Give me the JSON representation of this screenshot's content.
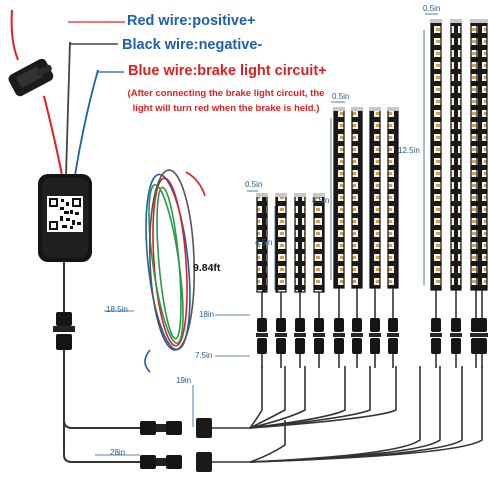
{
  "legend": {
    "red_label": "Red wire:positive+",
    "black_label": "Black wire:negative-",
    "blue_label": "Blue wire:brake light circuit+",
    "note": "(After connecting the brake light circuit, the light will turn red when the brake is held.)"
  },
  "colors": {
    "red": "#e02020",
    "black": "#222222",
    "blue": "#1f5fb0",
    "dimension": "#2a5c8c"
  },
  "cable_length": "9.84ft",
  "dimensions": {
    "width_small": "0.5in",
    "width_medium": "0.5in",
    "width_large": "0.5in",
    "strip_small": "4.5in",
    "strip_medium": "8.5in",
    "strip_large": "12.5in",
    "lead_18": "18in",
    "lead_7_5": "7.5in",
    "lead_18_5": "18.5in",
    "lead_19": "19in",
    "lead_28": "28in"
  },
  "icons": [
    "fuse-holder-icon",
    "control-box-icon",
    "qr-code-icon",
    "wire-coil-icon",
    "led-strip-icon",
    "connector-icon"
  ]
}
